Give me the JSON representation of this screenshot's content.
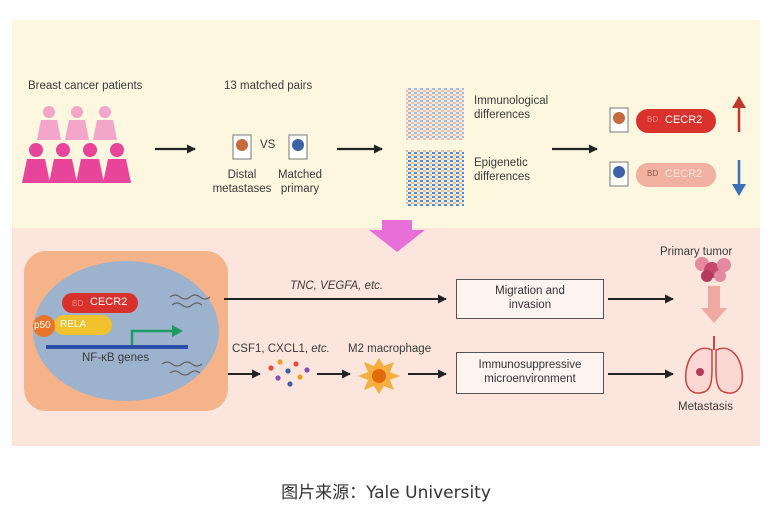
{
  "top_panel": {
    "patients_label": "Breast cancer patients",
    "pairs_label": "13 matched pairs",
    "vs_label": "VS",
    "distal_label": "Distal\nmetastases",
    "matched_label": "Matched\nprimary",
    "immuno_label": "Immunological\ndifferences",
    "epigenetic_label": "Epigenetic\ndifferences",
    "bd_label": "BD",
    "cecr2_label": "CECR2"
  },
  "bottom_panel": {
    "cecr2_label": "CECR2",
    "bd_label": "BD",
    "p50_label": "p50",
    "rela_label": "RELA",
    "nfkb_label": "NF-κB genes",
    "tnc_label": "TNC, VEGFA, etc.",
    "csf_label_prefix": "CSF1,  CXCL1,",
    "csf_label_etc": "etc.",
    "m2_label": "M2 macrophage",
    "migration_label": "Migration and\ninvasion",
    "immunosuppressive_label": "Immunosuppressive\nmicroenvironment",
    "primary_tumor_label": "Primary tumor",
    "metastasis_label": "Metastasis"
  },
  "caption": "图片来源：Yale University",
  "colors": {
    "top_bg": "#fdf7df",
    "bottom_bg": "#fbe5dd",
    "patient_pink": "#e8449a",
    "patient_light": "#f4a6ca",
    "cecr2_red": "#d9322d",
    "cecr2_faded": "#f2b0a0",
    "up_arrow": "#c0392b",
    "down_arrow": "#3a6fb5",
    "nucleus": "#9db2cc",
    "cell": "#f5b389",
    "transition_arrow": "#e86fd8"
  },
  "icons": [
    "patient-icon",
    "tissue-slide-icon",
    "heatmap-icon",
    "up-arrow-icon",
    "down-arrow-icon",
    "tumor-icon",
    "lungs-icon",
    "macrophage-icon",
    "cytokine-dots-icon"
  ]
}
